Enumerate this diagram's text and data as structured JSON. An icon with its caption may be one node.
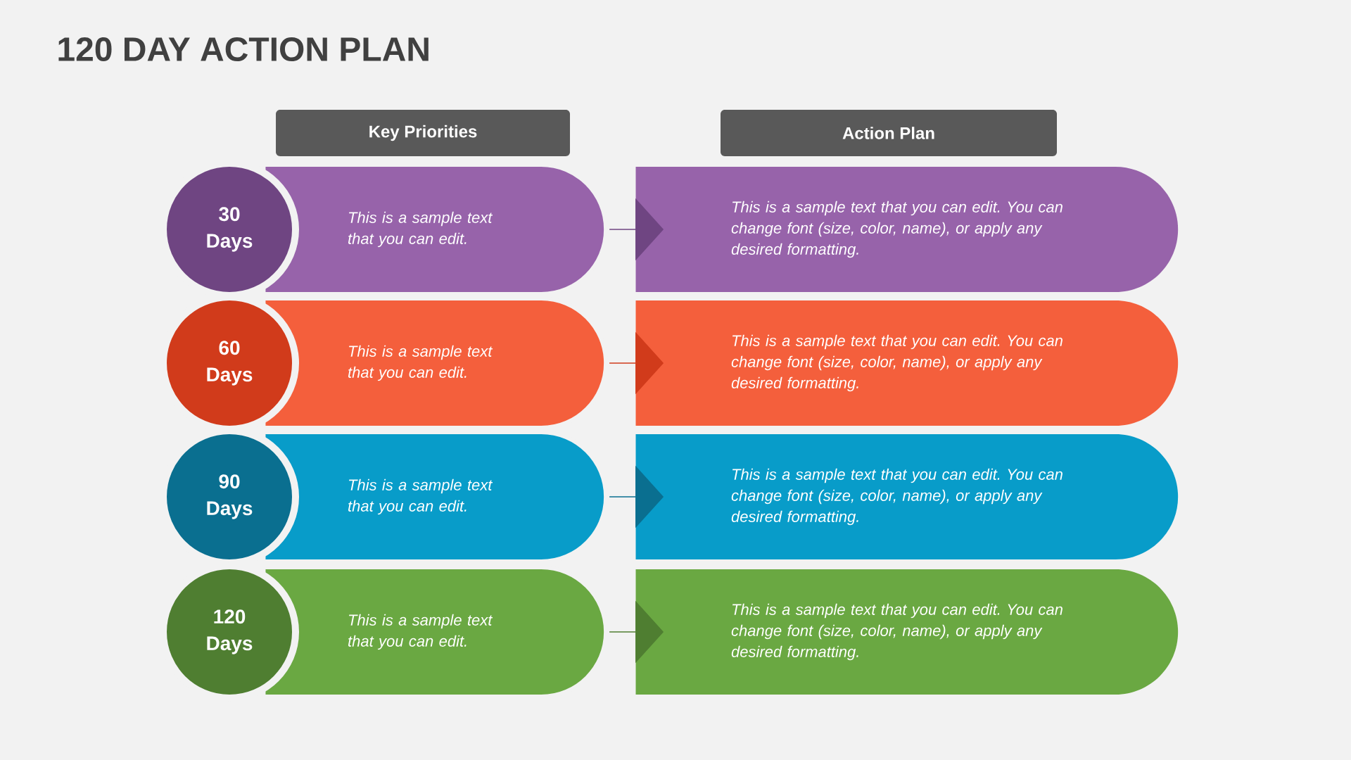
{
  "diagram": {
    "title": "120 DAY ACTION PLAN",
    "nodes": [
      {
        "text": [
          "Key Priorities"
        ]
      },
      {
        "text": [
          "Action Plan"
        ]
      },
      {
        "text": [
          "30 Days"
        ]
      },
      {
        "text": [
          "This is a sample text that you can edit."
        ]
      },
      {
        "text": [
          "This is a sample text that you can edit. You can change font (size, color, name), or apply any desired formatting."
        ]
      },
      {
        "text": [
          "60 Days"
        ]
      },
      {
        "text": [
          "This is a sample text that you can edit."
        ]
      },
      {
        "text": [
          "This is a sample text that you can edit. You can change font (size, color, name), or apply any desired formatting."
        ]
      },
      {
        "text": [
          "90 Days"
        ]
      },
      {
        "text": [
          "This is a sample text that you can edit."
        ]
      },
      {
        "text": [
          "This is a sample text that you can edit. You can change font (size, color, name), or apply any desired formatting."
        ]
      },
      {
        "text": [
          "120 Days"
        ]
      },
      {
        "text": [
          "This is a sample text that you can edit."
        ]
      },
      {
        "text": [
          "This is a sample text that you can edit. You can change font (size, color, name), or apply any desired formatting."
        ]
      }
    ],
    "edges": [
      {
        "from": 3,
        "to": 4,
        "arrow": "to",
        "color": "#6f4582"
      },
      {
        "from": 6,
        "to": 7,
        "arrow": "to",
        "color": "#d13b1b"
      },
      {
        "from": 9,
        "to": 10,
        "arrow": "to",
        "color": "#0a6f90"
      },
      {
        "from": 12,
        "to": 13,
        "arrow": "to",
        "color": "#4f7e31"
      }
    ]
  }
}
